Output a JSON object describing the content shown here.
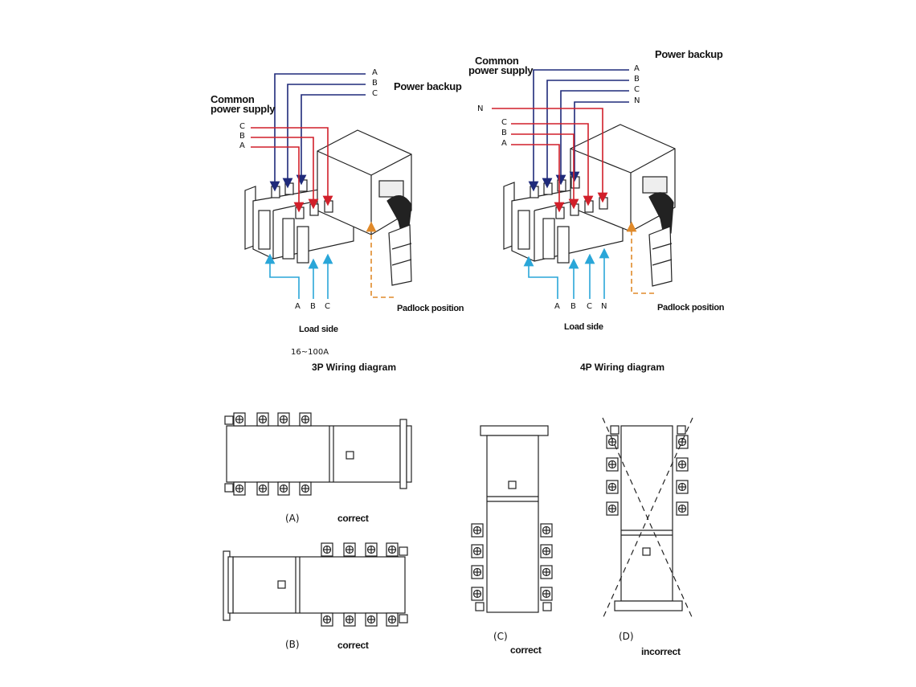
{
  "colors": {
    "supply_wire": "#1f2a7a",
    "backup_wire": "#d11f2a",
    "load_wire": "#2aa6d8",
    "padlock_dashed": "#e08a2a",
    "outline": "#222222"
  },
  "diagram_3p": {
    "common_power_supply_line1": "Common",
    "common_power_supply_line2": "power supply",
    "power_backup": "Power backup",
    "backup_phases": [
      "A",
      "B",
      "C"
    ],
    "supply_phases": [
      "C",
      "B",
      "A"
    ],
    "load_phases": [
      "A",
      "B",
      "C"
    ],
    "load_side": "Load side",
    "padlock_position": "Padlock position",
    "rating": "16~100A",
    "caption": "3P   Wiring diagram"
  },
  "diagram_4p": {
    "common_power_supply_line1": "Common",
    "common_power_supply_line2": "power supply",
    "power_backup": "Power backup",
    "backup_phases": [
      "A",
      "B",
      "C",
      "N"
    ],
    "neutral": "N",
    "supply_phases": [
      "C",
      "B",
      "A"
    ],
    "load_phases": [
      "A",
      "B",
      "C",
      "N"
    ],
    "load_side": "Load side",
    "padlock_position": "Padlock position",
    "caption": "4P   Wiring diagram"
  },
  "mounting": {
    "a_label": "(A)",
    "a_status": "correct",
    "b_label": "(B)",
    "b_status": "correct",
    "c_label": "(C)",
    "c_status": "correct",
    "d_label": "(D)",
    "d_status": "incorrect"
  }
}
